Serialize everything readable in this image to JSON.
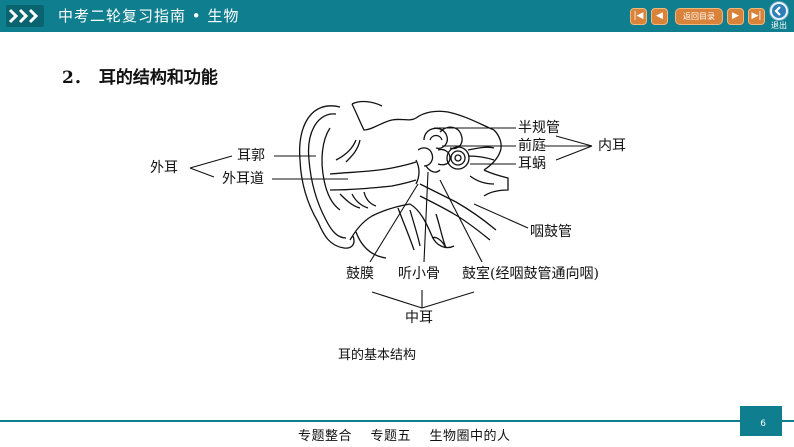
{
  "header": {
    "title": "中考二轮复习指南 • 生物",
    "nav_first_label": "|◀",
    "nav_prev_label": "◀",
    "return_label": "返回目录",
    "nav_next_label": "▶",
    "nav_last_label": "▶|",
    "exit_label": "退出"
  },
  "content": {
    "heading_number": "2．",
    "heading_text": "耳的结构和功能",
    "labels": {
      "outer_ear": "外耳",
      "auricle": "耳郭",
      "ear_canal": "外耳道",
      "semicircular": "半规管",
      "vestibule": "前庭",
      "cochlea": "耳蜗",
      "inner_ear": "内耳",
      "eustachian": "咽鼓管",
      "eardrum": "鼓膜",
      "ossicles": "听小骨",
      "tympanic": "鼓室(经咽鼓管通向咽)",
      "middle_ear": "中耳"
    },
    "caption": "耳的基本结构"
  },
  "footer": {
    "text": "专题整合    专题五    生物圈中的人",
    "page_number": "6"
  },
  "colors": {
    "theme": "#0f7f8f",
    "button": "#d9823a"
  }
}
